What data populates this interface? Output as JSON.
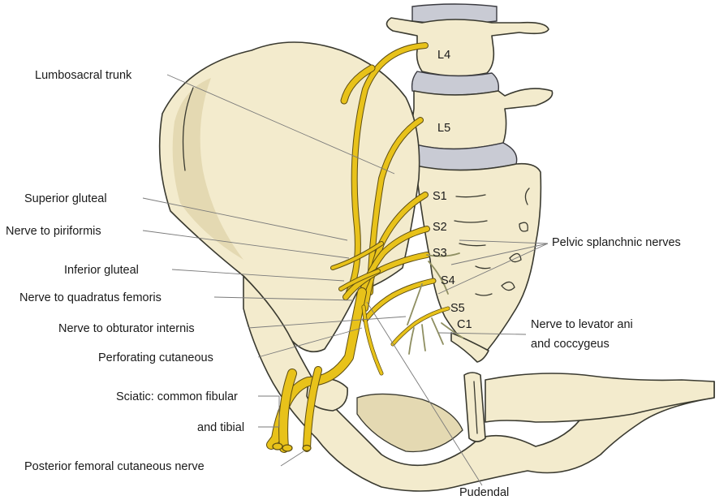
{
  "diagram": {
    "vertebra_labels": [
      "L4",
      "L5",
      "S1",
      "S2",
      "S3",
      "S4",
      "S5",
      "C1"
    ],
    "left_labels": {
      "lumbosacral_trunk": "Lumbosacral trunk",
      "superior_gluteal": "Superior gluteal",
      "nerve_to_piriformis": "Nerve to piriformis",
      "inferior_gluteal": "Inferior gluteal",
      "nerve_to_quadratus_femoris": "Nerve to quadratus femoris",
      "nerve_to_obturator_internis": "Nerve to obturator internis",
      "perforating_cutaneous": "Perforating cutaneous",
      "sciatic_line1": "Sciatic: common fibular",
      "sciatic_line2": "and tibial",
      "posterior_femoral_cutaneous": "Posterior femoral cutaneous nerve"
    },
    "right_labels": {
      "pelvic_splanchnic": "Pelvic splanchnic nerves",
      "levator_ani_line1": "Nerve to levator ani",
      "levator_ani_line2": "and coccygeus"
    },
    "bottom_labels": {
      "pudendal": "Pudendal"
    },
    "colors": {
      "bone": "#f3ebcd",
      "nerve": "#e8c21a",
      "disc": "#c9cbd4",
      "outline": "#3a3a30"
    }
  }
}
